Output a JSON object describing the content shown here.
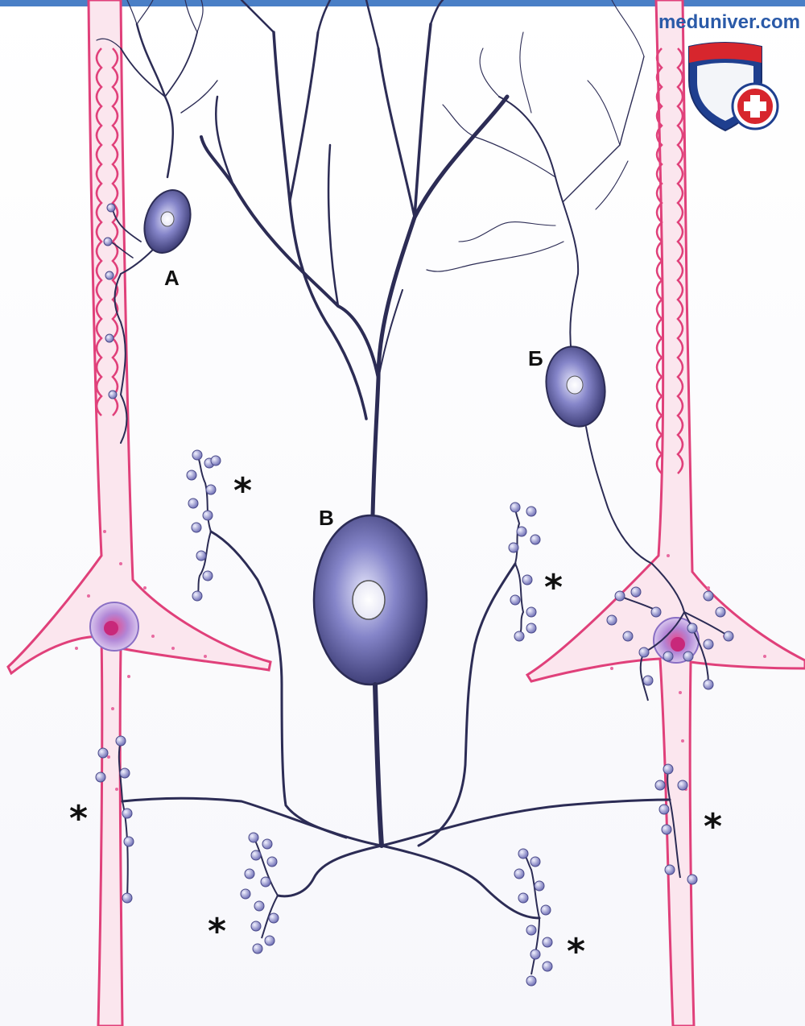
{
  "site": {
    "name": "meduniver.com"
  },
  "labels": {
    "a": "А",
    "b": "Б",
    "c": "В"
  },
  "star_symbol": "*",
  "colors": {
    "neuron": "#2c2c55",
    "soma_dark": "#3d3d7a",
    "soma_light": "#c9c9ee",
    "motor_outline": "#e0407a",
    "motor_fill": "#fbe6ee",
    "bouton": "#9a9ad8",
    "logo_blue": "#1f3f8f",
    "logo_red": "#d7262d"
  }
}
